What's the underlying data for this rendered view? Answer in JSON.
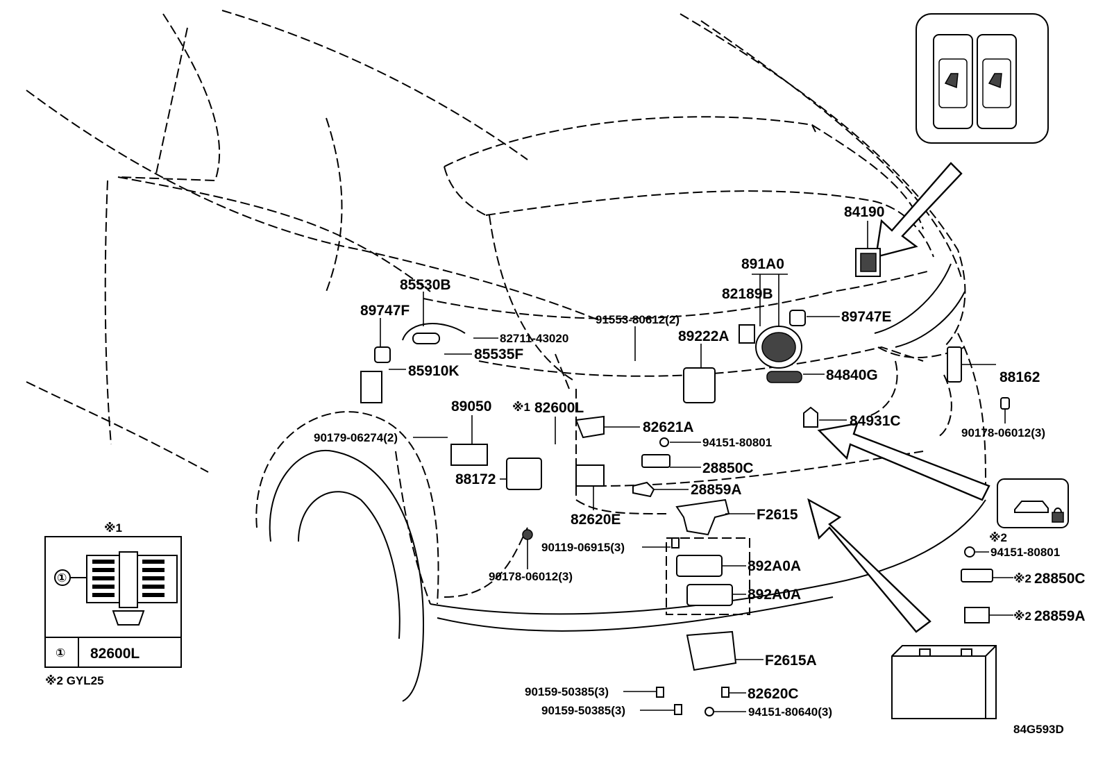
{
  "diagram_code": "84G593D",
  "notes": {
    "mark1": "※1",
    "mark2_note": "※2 GYL25",
    "mark2": "※2"
  },
  "inset": {
    "callout": "①",
    "part": "82600L"
  },
  "labels": {
    "p84190": "84190",
    "p891A0": "891A0",
    "p82189B": "82189B",
    "p89747E": "89747E",
    "p85530B": "85530B",
    "p89747F": "89747F",
    "p91553": "91553-80612(2)",
    "p89222A": "89222A",
    "p82711": "82711-43020",
    "p85535F": "85535F",
    "p84840G": "84840G",
    "p88162": "88162",
    "p85910K": "85910K",
    "p89050": "89050",
    "p82600L": "82600L",
    "p82621A": "82621A",
    "p84931C": "84931C",
    "p90178_r": "90178-06012(3)",
    "p90179": "90179-06274(2)",
    "p94151_a": "94151-80801",
    "p28850C": "28850C",
    "p88172": "88172",
    "p28859A": "28859A",
    "p82620E": "82620E",
    "pF2615": "F2615",
    "p90119": "90119-06915(3)",
    "p94151_b": "94151-80801",
    "p28850C_b": "28850C",
    "p892A0A_1": "892A0A",
    "p892A0A_2": "892A0A",
    "p90178_l": "90178-06012(3)",
    "p28859A_b": "28859A",
    "pF2615A": "F2615A",
    "p90159_1": "90159-50385(3)",
    "p82620C": "82620C",
    "p90159_2": "90159-50385(3)",
    "p94151_c": "94151-80640(3)"
  }
}
